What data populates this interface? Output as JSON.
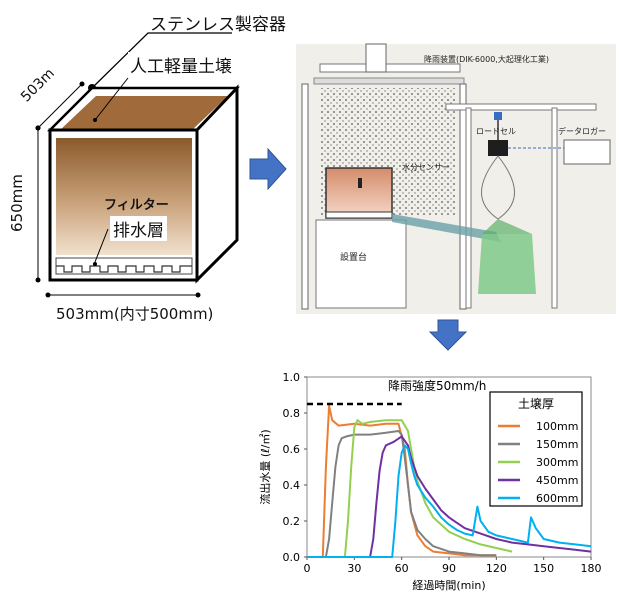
{
  "container": {
    "title": "ステンレス製容器",
    "soil_label": "人工軽量土壌",
    "filter_label": "フィルター",
    "drain_label": "排水層",
    "depth_label": "503m",
    "height_label": "650mm",
    "width_label": "503mm(内寸500mm)"
  },
  "apparatus": {
    "rain_device": "降雨装置(DIK-6000,大起理化工業)",
    "load_cell": "ロードセル",
    "data_logger": "データロガー",
    "moisture_sensor": "水分センサー",
    "stand": "設置台"
  },
  "colors": {
    "arrow": "#4472C4",
    "soil": "#8B5A2B",
    "line_100": "#ED7D31",
    "line_150": "#808080",
    "line_300": "#92D050",
    "line_450": "#7030A0",
    "line_600": "#00B0F0"
  },
  "chart_data": {
    "type": "line",
    "xlabel": "経過時間(min)",
    "ylabel": "流出水量 (ℓ/㎡)",
    "xlim": [
      0,
      180
    ],
    "ylim": [
      0,
      1.0
    ],
    "xticks": [
      "0",
      "30",
      "60",
      "90",
      "120",
      "150",
      "180"
    ],
    "yticks": [
      "0.0",
      "0.2",
      "0.4",
      "0.6",
      "0.8",
      "1.0"
    ],
    "grid": false,
    "legend_title": "土壌厚",
    "legend_position": "top-right",
    "annotation": "降雨強度50mm/h",
    "rain_rate_line": {
      "y": 0.85,
      "x": [
        0,
        60
      ]
    },
    "series": [
      {
        "name": "100mm",
        "color": "#ED7D31",
        "x": [
          0,
          10,
          12,
          14,
          16,
          20,
          30,
          40,
          50,
          58,
          62,
          64,
          66,
          70,
          75,
          80,
          90,
          100,
          110,
          120
        ],
        "y": [
          0,
          0,
          0.5,
          0.84,
          0.76,
          0.73,
          0.74,
          0.73,
          0.74,
          0.74,
          0.6,
          0.4,
          0.25,
          0.12,
          0.06,
          0.03,
          0.02,
          0.01,
          0.01,
          0.01
        ]
      },
      {
        "name": "150mm",
        "color": "#808080",
        "x": [
          0,
          12,
          14,
          16,
          18,
          20,
          22,
          25,
          30,
          40,
          50,
          58,
          60,
          62,
          64,
          66,
          70,
          75,
          80,
          90,
          100,
          110,
          120
        ],
        "y": [
          0,
          0,
          0.1,
          0.3,
          0.5,
          0.62,
          0.66,
          0.67,
          0.68,
          0.68,
          0.69,
          0.7,
          0.68,
          0.55,
          0.4,
          0.25,
          0.15,
          0.1,
          0.06,
          0.03,
          0.02,
          0.01,
          0.01
        ]
      },
      {
        "name": "300mm",
        "color": "#92D050",
        "x": [
          0,
          24,
          26,
          28,
          30,
          32,
          35,
          40,
          50,
          60,
          64,
          66,
          68,
          70,
          75,
          80,
          90,
          100,
          110,
          120,
          130
        ],
        "y": [
          0,
          0,
          0.2,
          0.5,
          0.72,
          0.76,
          0.74,
          0.75,
          0.76,
          0.76,
          0.7,
          0.6,
          0.5,
          0.42,
          0.3,
          0.22,
          0.14,
          0.1,
          0.07,
          0.05,
          0.03
        ]
      },
      {
        "name": "450mm",
        "color": "#7030A0",
        "x": [
          0,
          40,
          42,
          44,
          46,
          48,
          50,
          55,
          60,
          64,
          66,
          70,
          75,
          80,
          85,
          90,
          100,
          110,
          120,
          130,
          140,
          150,
          160,
          170,
          180
        ],
        "y": [
          0,
          0,
          0.1,
          0.3,
          0.48,
          0.58,
          0.62,
          0.64,
          0.67,
          0.62,
          0.55,
          0.45,
          0.38,
          0.32,
          0.26,
          0.22,
          0.16,
          0.13,
          0.1,
          0.08,
          0.07,
          0.06,
          0.05,
          0.04,
          0.03
        ]
      },
      {
        "name": "600mm",
        "color": "#00B0F0",
        "x": [
          0,
          54,
          56,
          58,
          60,
          62,
          64,
          66,
          68,
          70,
          75,
          80,
          85,
          90,
          95,
          100,
          105,
          108,
          110,
          115,
          120,
          130,
          140,
          142,
          145,
          150,
          160,
          170,
          180
        ],
        "y": [
          0,
          0,
          0.2,
          0.45,
          0.58,
          0.62,
          0.6,
          0.52,
          0.45,
          0.4,
          0.33,
          0.28,
          0.22,
          0.18,
          0.15,
          0.13,
          0.12,
          0.28,
          0.2,
          0.14,
          0.12,
          0.1,
          0.08,
          0.22,
          0.16,
          0.1,
          0.08,
          0.07,
          0.06
        ]
      }
    ]
  }
}
